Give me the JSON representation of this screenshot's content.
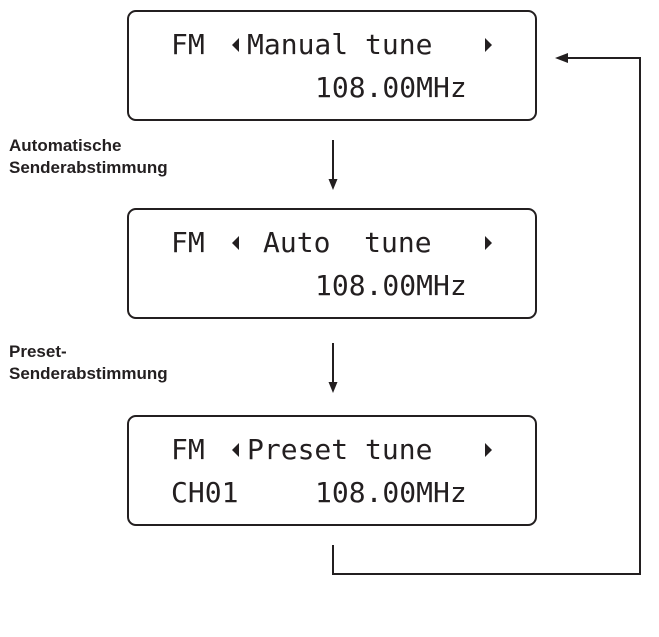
{
  "diagram": {
    "screens": [
      {
        "mode": "FM",
        "title": "Manual tune",
        "channel": "",
        "frequency": "108.00MHz"
      },
      {
        "mode": "FM",
        "title": "Auto  tune",
        "channel": "",
        "frequency": "108.00MHz"
      },
      {
        "mode": "FM",
        "title": "Preset tune",
        "channel": "CH01",
        "frequency": "108.00MHz"
      }
    ],
    "steps": [
      {
        "line1": "Automatische",
        "line2": "Senderabstimmung"
      },
      {
        "line1": "Preset-",
        "line2": "Senderabstimmung"
      }
    ],
    "colors": {
      "ink": "#231f20",
      "background": "#ffffff"
    }
  }
}
